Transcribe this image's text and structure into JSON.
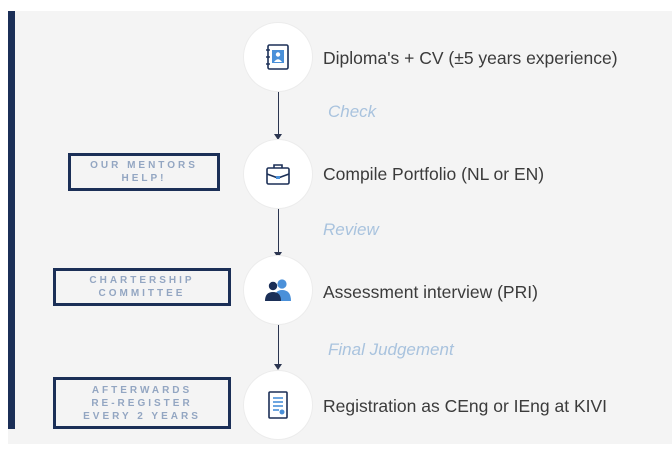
{
  "steps": [
    {
      "label": "Diploma's + CV (±5 years experience)",
      "icon": "contact-book-icon"
    },
    {
      "label": "Compile Portfolio (NL or EN)",
      "icon": "briefcase-icon"
    },
    {
      "label": "Assessment interview (PRI)",
      "icon": "people-icon"
    },
    {
      "label": "Registration as CEng or IEng at KIVI",
      "icon": "certificate-document-icon"
    }
  ],
  "transitions": [
    "Check",
    "Review",
    "Final Judgement"
  ],
  "side_notes": [
    {
      "line1": "OUR MENTORS",
      "line2": "HELP!",
      "line3": ""
    },
    {
      "line1": "CHARTERSHIP",
      "line2": "COMMITTEE",
      "line3": ""
    },
    {
      "line1": "AFTERWARDS",
      "line2": "RE-REGISTER",
      "line3": "EVERY 2 YEARS"
    }
  ],
  "colors": {
    "accent_navy": "#1b2f57",
    "transition_text": "#a9c3de",
    "icon_blue": "#4a90d9",
    "panel_bg": "#f4f4f4"
  }
}
